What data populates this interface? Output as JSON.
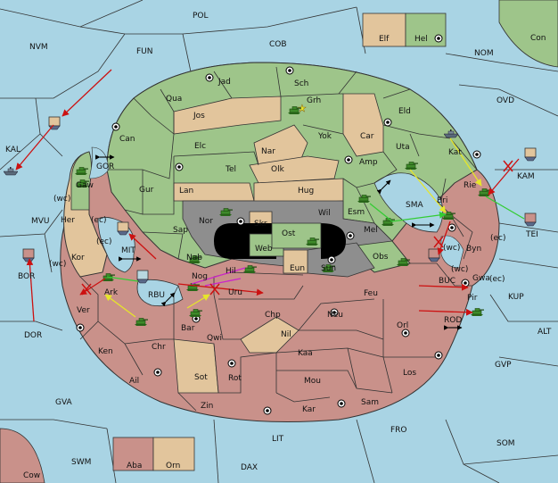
{
  "colors": {
    "sea": "#a9d4e4",
    "green": "#9ec58a",
    "tan": "#e2c59c",
    "red": "#c9918a",
    "gray": "#8e8e8e",
    "black": "#000000",
    "order_red": "#cc1111",
    "order_yellow": "#e6e62a",
    "order_green": "#33cc33",
    "order_magenta": "#cc22cc"
  },
  "sea_labels": {
    "pol": "POL",
    "cob": "COB",
    "nvm": "NVM",
    "fun": "FUN",
    "nom": "NOM",
    "ovd": "OVD",
    "kal": "KAL",
    "mvu": "MVU",
    "bor": "BOR",
    "dor": "DOR",
    "gva": "GVA",
    "swm": "SWM",
    "dax": "DAX",
    "lit": "LIT",
    "fro": "FRO",
    "som": "SOM",
    "gvp": "GVP",
    "alt": "ALT",
    "kup": "KUP",
    "kam": "KAM",
    "tei": "TEI",
    "buc": "BUC",
    "rod": "ROD",
    "sma": "SMA",
    "mit": "MIT",
    "gor": "GOR",
    "rbu": "RBU"
  },
  "land_labels": {
    "elf": "Elf",
    "hel": "Hel",
    "con": "Con",
    "cow": "Cow",
    "aba": "Aba",
    "orn": "Orn",
    "jad": "Jad",
    "sch": "Sch",
    "qua": "Qua",
    "jos": "Jos",
    "grh": "Grh",
    "eld": "Eld",
    "can": "Can",
    "yok": "Yok",
    "car": "Car",
    "elc": "Elc",
    "nar": "Nar",
    "uta": "Uta",
    "amp": "Amp",
    "kat": "Kat",
    "tel": "Tel",
    "olk": "Olk",
    "gur": "Gur",
    "lan": "Lan",
    "hug": "Hug",
    "rie": "Rie",
    "esm": "Esm",
    "wil": "Wil",
    "bri": "Bri",
    "gaw": "Gaw",
    "her": "Her",
    "nor": "Nor",
    "skr": "Skr",
    "sap": "Sap",
    "ost": "Ost",
    "web": "Web",
    "mel": "Mel",
    "byn": "Byn",
    "kor": "Kor",
    "nab": "Nab",
    "eun": "Eun",
    "sun": "Sun",
    "obs": "Obs",
    "gwa": "Gwa",
    "nog": "Nog",
    "hil": "Hil",
    "ark": "Ark",
    "uru": "Uru",
    "feu": "Feu",
    "pir": "Pir",
    "ver": "Ver",
    "chp": "Chp",
    "neu": "Neu",
    "bar": "Bar",
    "qwi": "Qwi",
    "nil": "Nil",
    "orl": "Orl",
    "ken": "Ken",
    "chr": "Chr",
    "kaa": "Kaa",
    "ail": "Ail",
    "sot": "Sot",
    "rot": "Rot",
    "mou": "Mou",
    "los": "Los",
    "zin": "Zin",
    "kar": "Kar",
    "sam": "Sam"
  },
  "coast_labels": {
    "wc1": "(wc)",
    "ec1": "(ec)",
    "ec2": "(ec)",
    "wc2": "(wc)",
    "wc3": "(wc)",
    "ec3": "(ec)",
    "ec4": "(ec)",
    "wc4": "(wc)"
  },
  "icons": {
    "army": "tank-icon",
    "fleet": "ship-icon",
    "supply_center": "supply-center-icon",
    "star": "star-icon",
    "crossing": "double-arrow-icon",
    "order_arrow": "order-arrow-icon",
    "failed_order": "failed-order-cross-icon"
  }
}
